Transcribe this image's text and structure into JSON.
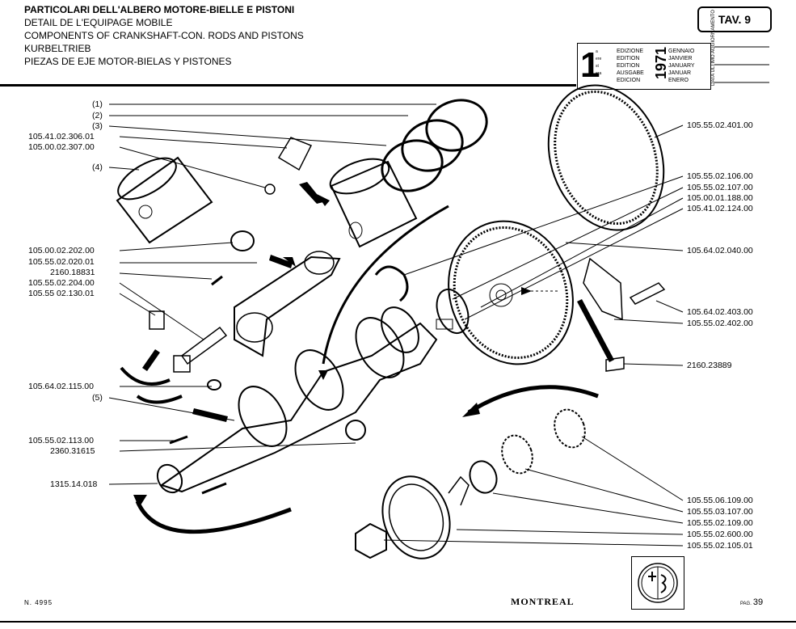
{
  "header": {
    "title_it": "PARTICOLARI DELL'ALBERO MOTORE-BIELLE E PISTONI",
    "title_fr": "DETAIL DE L'EQUIPAGE MOBILE",
    "title_en": "COMPONENTS OF CRANKSHAFT-CON. RODS AND PISTONS",
    "title_de": "KURBELTRIEB",
    "title_es": "PIEZAS DE EJE MOTOR-BIELAS Y PISTONES",
    "table": "TAV. 9"
  },
  "edition": {
    "number": "1",
    "sup": [
      "a",
      "ere",
      "st",
      "",
      "era"
    ],
    "words": [
      "EDIZIONE",
      "EDITION",
      "EDITION",
      "AUSGABE",
      "EDICION"
    ],
    "year": "1971",
    "months": [
      "GENNAIO",
      "JANVIER",
      "JANUARY",
      "JANUAR",
      "ENERO"
    ],
    "vertical": "DATA ULTIMO AGGIORNAMENTO"
  },
  "labels_left": [
    "(1)",
    "(2)",
    "(3)",
    "105.41.02.306.01",
    "105.00.02.307.00",
    "(4)",
    "105.00.02.202.00",
    "105.55.02.020.01",
    "2160.18831",
    "105.55.02.204.00",
    "105.55 02.130.01",
    "105.64.02.115.00",
    "(5)",
    "105.55.02.113.00",
    "2360.31615",
    "1315.14.018"
  ],
  "labels_right": [
    "105.55.02.401.00",
    "105.55.02.106.00",
    "105.55.02.107.00",
    "105.00.01.188.00",
    "105.41.02.124.00",
    "105.64.02.040.00",
    "105.64.02.403.00",
    "105.55.02.402.00",
    "2160.23889",
    "105.55.06.109.00",
    "105.55.03.107.00",
    "105.55.02.109.00",
    "105.55.02.600.00",
    "105.55.02.105.01"
  ],
  "footer": {
    "doc_number": "N. 4995",
    "brand": "MONTREAL",
    "page_prefix": "PAG.",
    "page": "39"
  }
}
